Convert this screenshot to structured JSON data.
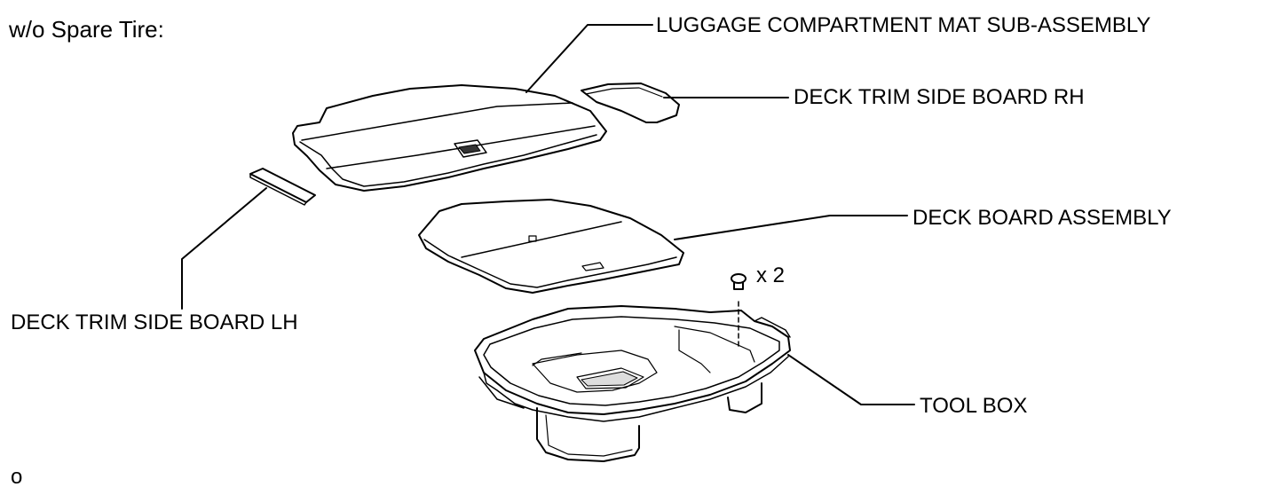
{
  "header": "w/o Spare Tire:",
  "labels": {
    "luggage_mat": "LUGGAGE COMPARTMENT MAT SUB-ASSEMBLY",
    "side_board_rh": "DECK TRIM SIDE BOARD RH",
    "deck_board": "DECK BOARD ASSEMBLY",
    "side_board_lh": "DECK TRIM SIDE BOARD LH",
    "tool_box": "TOOL BOX",
    "clip_qty": "x 2"
  },
  "footer_code": "o"
}
